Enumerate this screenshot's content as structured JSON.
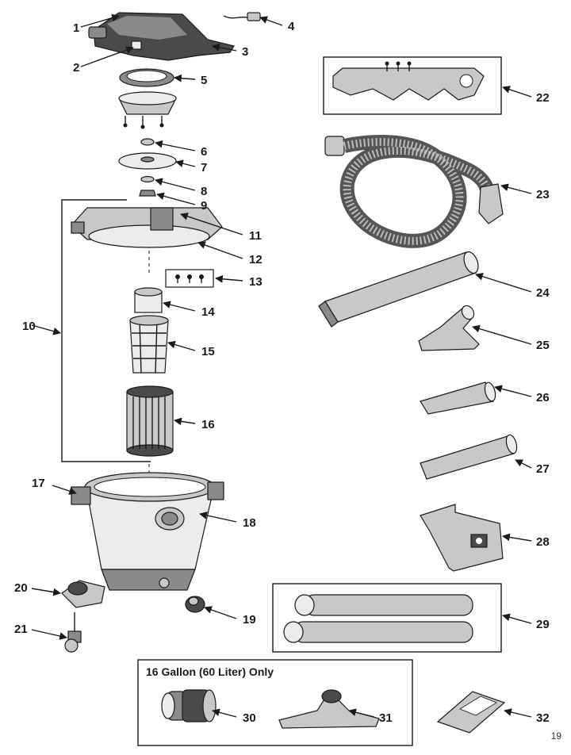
{
  "page_number": "19",
  "box_title": "16 Gallon (60 Liter) Only",
  "callouts": [
    "1",
    "2",
    "3",
    "4",
    "5",
    "6",
    "7",
    "8",
    "9",
    "10",
    "11",
    "12",
    "13",
    "14",
    "15",
    "16",
    "17",
    "18",
    "19",
    "20",
    "21",
    "22",
    "23",
    "24",
    "25",
    "26",
    "27",
    "28",
    "29",
    "30",
    "31",
    "32"
  ]
}
